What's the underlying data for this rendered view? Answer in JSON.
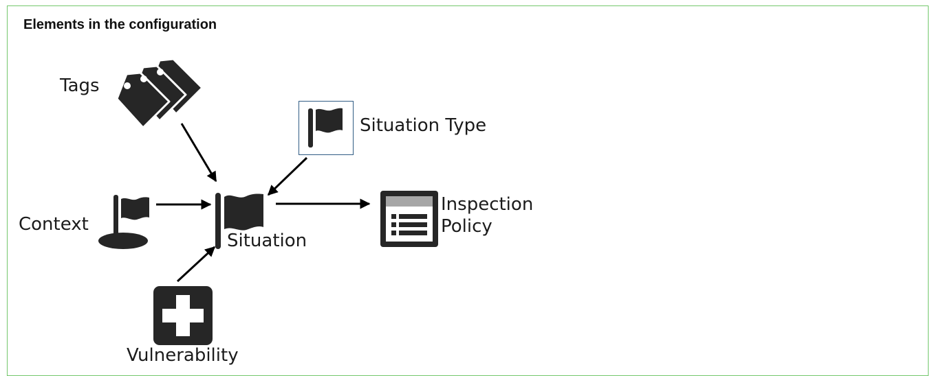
{
  "heading": "Elements in the configuration",
  "nodes": {
    "tags": {
      "label": "Tags",
      "icon": "tags-icon"
    },
    "situation_type": {
      "label": "Situation Type",
      "icon": "flag-icon"
    },
    "context": {
      "label": "Context",
      "icon": "flag-on-base-icon"
    },
    "situation": {
      "label": "Situation",
      "icon": "flag-icon"
    },
    "inspection_policy": {
      "label_line1": "Inspection",
      "label_line2": "Policy",
      "icon": "policy-list-icon"
    },
    "vulnerability": {
      "label": "Vulnerability",
      "icon": "medical-cross-icon"
    }
  },
  "colors": {
    "border": "#73c76b",
    "icon": "#262626",
    "arrow": "#000000",
    "situation_type_box": "#2f5b83"
  }
}
